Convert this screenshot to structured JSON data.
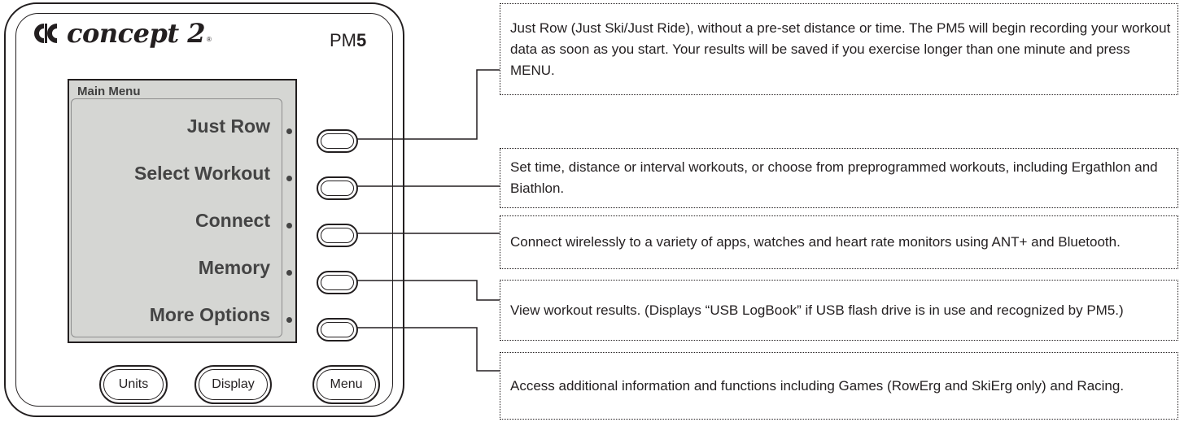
{
  "monitor": {
    "brand": "concept",
    "brand_number": "2",
    "reg_mark": "®",
    "model_prefix": "PM",
    "model_number": "5"
  },
  "screen": {
    "title": "Main Menu",
    "items": [
      {
        "label": "Just Row"
      },
      {
        "label": "Select Workout"
      },
      {
        "label": "Connect"
      },
      {
        "label": "Memory"
      },
      {
        "label": "More Options"
      }
    ]
  },
  "bottom_buttons": {
    "units": "Units",
    "display": "Display",
    "menu": "Menu"
  },
  "descriptions": [
    "Just Row (Just Ski/Just Ride), without a pre-set distance or time. The PM5 will begin recording your workout data as soon as you start. Your results will be saved if you exercise longer than one minute and press MENU.",
    "Set time, distance or interval workouts, or choose from preprogrammed workouts, including Ergathlon and Biathlon.",
    "Connect wirelessly to a variety of apps, watches and heart rate monitors using ANT+ and Bluetooth.",
    "View workout results. (Displays “USB LogBook” if USB flash drive is in use and recognized by PM5.)",
    "Access additional information and functions including Games (RowErg and SkiErg only) and Racing."
  ]
}
